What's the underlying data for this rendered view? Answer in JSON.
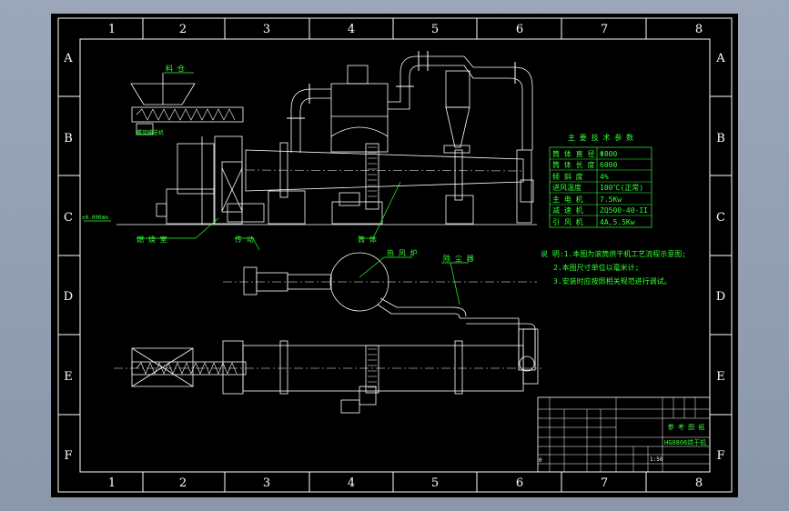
{
  "frame": {
    "column_labels": [
      "1",
      "2",
      "3",
      "4",
      "5",
      "6",
      "7",
      "8"
    ],
    "row_labels": [
      "A",
      "B",
      "C",
      "D",
      "E",
      "F"
    ]
  },
  "callouts": {
    "elevation": "±0.000mm",
    "hopper_label": "料 仓 ",
    "feeder_label": "螺旋输送机",
    "burner_label": "燃 烧 室",
    "drive_label": "传 动",
    "kiln_label": "筒 体",
    "hot_air_label": "热 风 炉",
    "dust_label": "除 尘 器"
  },
  "spec_table": {
    "title": "主 要 技 术 参 数",
    "rows": [
      {
        "label": "筒 体 直 径",
        "value": "Φ800"
      },
      {
        "label": "筒 体 长 度",
        "value": "6000"
      },
      {
        "label": "倾 斜 度",
        "value": "4%"
      },
      {
        "label": "进风温度",
        "value": "100℃(正常)"
      },
      {
        "label": "主 电 机",
        "value": "7.5Kw"
      },
      {
        "label": "减 速 机",
        "value": "ZQ500-40-II"
      },
      {
        "label": "引 风 机",
        "value": "4A,5.5Kw"
      }
    ]
  },
  "notes": [
    "说 明:1.本图为滚筒烘干机工艺流程示意图;",
    "2.本图尺寸单位以毫米计;",
    "3.安装时应按照相关规范进行调试。"
  ],
  "title_block": {
    "title": "参 考 图 纸",
    "subtitle": "HG0806烘干机",
    "part_no": "0",
    "scale": "1:50"
  },
  "colors": {
    "background": "#000000",
    "frame": "#ffffff",
    "annotation": "#33ff33",
    "equipment": "#ffffff"
  }
}
